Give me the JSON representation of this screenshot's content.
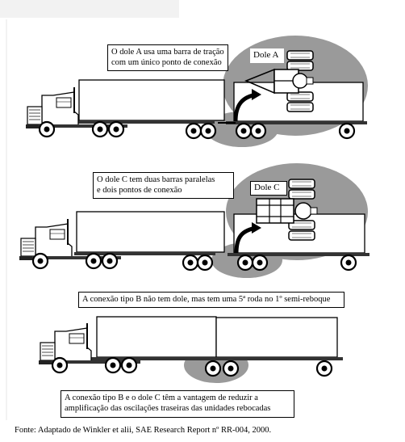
{
  "panel_a": {
    "callout": [
      "O dole A usa uma barra de tração",
      "com um único ponto de conexão"
    ],
    "dolly_label": "Dole A"
  },
  "panel_c": {
    "callout": [
      "O dole C tem duas barras paralelas",
      "e dois pontos de conexão"
    ],
    "dolly_label": "Dole C"
  },
  "panel_b": {
    "callout": "A conexão tipo B não tem dole, mas tem uma 5ª roda no 1º semi-reboque"
  },
  "conclusion": [
    "A conexão tipo B e o dole C têm a vantagem de reduzir a",
    "amplificação das oscilações traseiras das unidades rebocadas"
  ],
  "caption": "Fonte: Adaptado de Winkler et alii, SAE Research Report nº RR-004, 2000."
}
